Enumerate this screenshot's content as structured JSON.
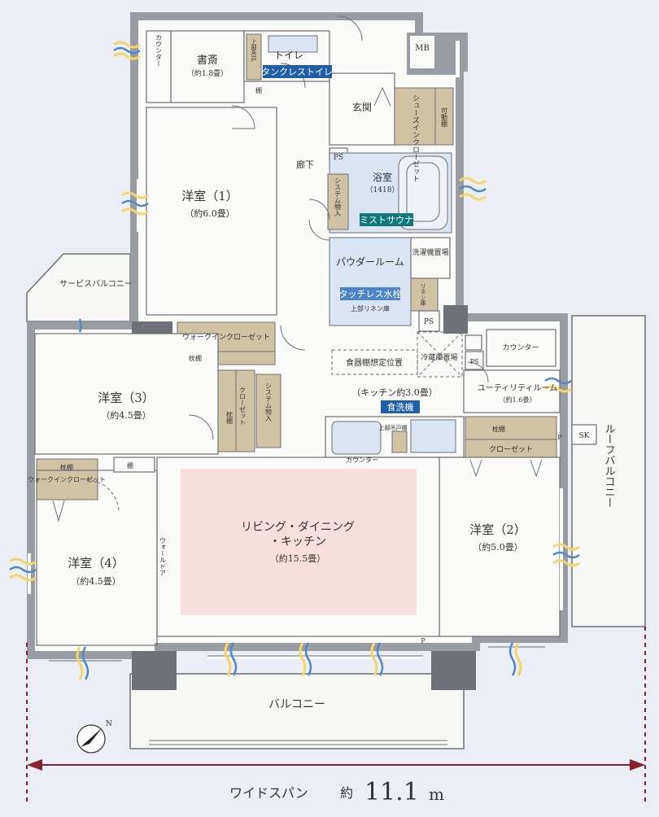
{
  "rooms": {
    "counter_top": "カウンター",
    "study": "書斎",
    "study_size": "（約1.8畳）",
    "upper_shelf": "上部吊戸",
    "toilet": "トイレ",
    "tankless": "タンクレストイレ",
    "mb": "MB",
    "entrance": "玄関",
    "shoes_closet": "シューズインクローゼット",
    "movable_shelf": "可動棚",
    "shelf": "棚",
    "corridor": "廊下",
    "ps": "PS",
    "system_storage": "システム物入",
    "bath": "浴室",
    "bath_size": "（1418）",
    "mist_sauna": "ミストサウナ",
    "western1": "洋室（1）",
    "western1_size": "（約6.0畳）",
    "powder_room": "パウダールーム",
    "washer_space": "洗濯機置場",
    "touchless": "タッチレス水栓",
    "upper_linen": "上部リネン庫",
    "linen": "リネン庫",
    "service_balcony": "サービスバルコニー",
    "walkin_closet": "ウォークインクローゼット",
    "pillow_shelf": "枕棚",
    "dish_rack": "食器棚想定位置",
    "fridge": "冷蔵庫置場",
    "counter": "カウンター",
    "western3": "洋室（3）",
    "western3_size": "（約4.5畳）",
    "closet": "クローゼット",
    "kitchen": "（キッチン約3.0畳）",
    "dishwasher": "食洗機",
    "utility": "ユーティリティルーム",
    "utility_size": "（約1.6畳）",
    "roof_balcony": "ルーフバルコニー",
    "sk": "SK",
    "p": "P",
    "upper_cabinet": "上部吊戸棚",
    "ldk_line1": "リビング・ダイニング",
    "ldk_line2": "・キッチン",
    "ldk_size": "（約15.5畳）",
    "western2": "洋室（2）",
    "western2_size": "（約5.0畳）",
    "western4": "洋室（4）",
    "western4_size": "（約4.5畳）",
    "wall_door": "ウォールドア",
    "balcony": "バルコニー"
  },
  "span": {
    "prefix": "ワイドスパン",
    "approx": "約",
    "value": "11.1",
    "unit": "m"
  },
  "colors": {
    "background": "#ebeef5",
    "wall": "#9a9ca3",
    "closet": "#cfc3a4",
    "wet_area": "#dbe4f2",
    "ldk_fill": "#f8dedd",
    "badge_blue": "#1f5fa8",
    "badge_teal": "#11787a",
    "badge_light_blue": "#4b86c4",
    "dimension": "#8a1e2f"
  },
  "compass_icon": "north-arrow-icon"
}
